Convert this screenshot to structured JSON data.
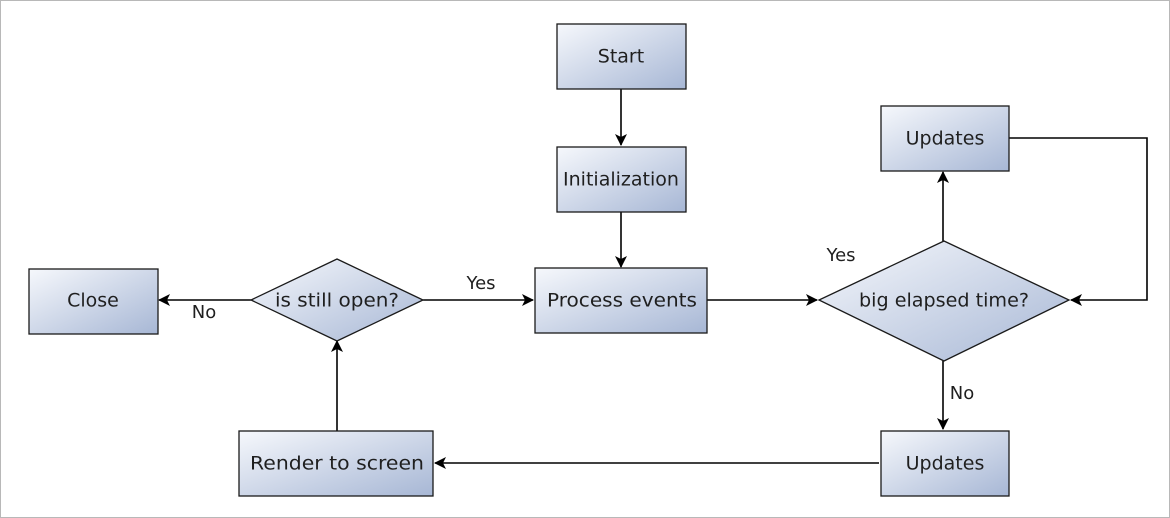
{
  "diagram": {
    "nodes": {
      "start": "Start",
      "init": "Initialization",
      "process": "Process events",
      "still_open": "is still open?",
      "close": "Close",
      "elapsed": "big elapsed time?",
      "updates_top": "Updates",
      "updates_bottom": "Updates",
      "render": "Render to screen"
    },
    "edge_labels": {
      "yes_open": "Yes",
      "no_open": "No",
      "yes_elapsed": "Yes",
      "no_elapsed": "No"
    },
    "colors": {
      "node_fill_light": "#f4f6fb",
      "node_fill_dark": "#aab9d6",
      "node_stroke": "#1a1a1a",
      "edge": "#000000"
    }
  }
}
